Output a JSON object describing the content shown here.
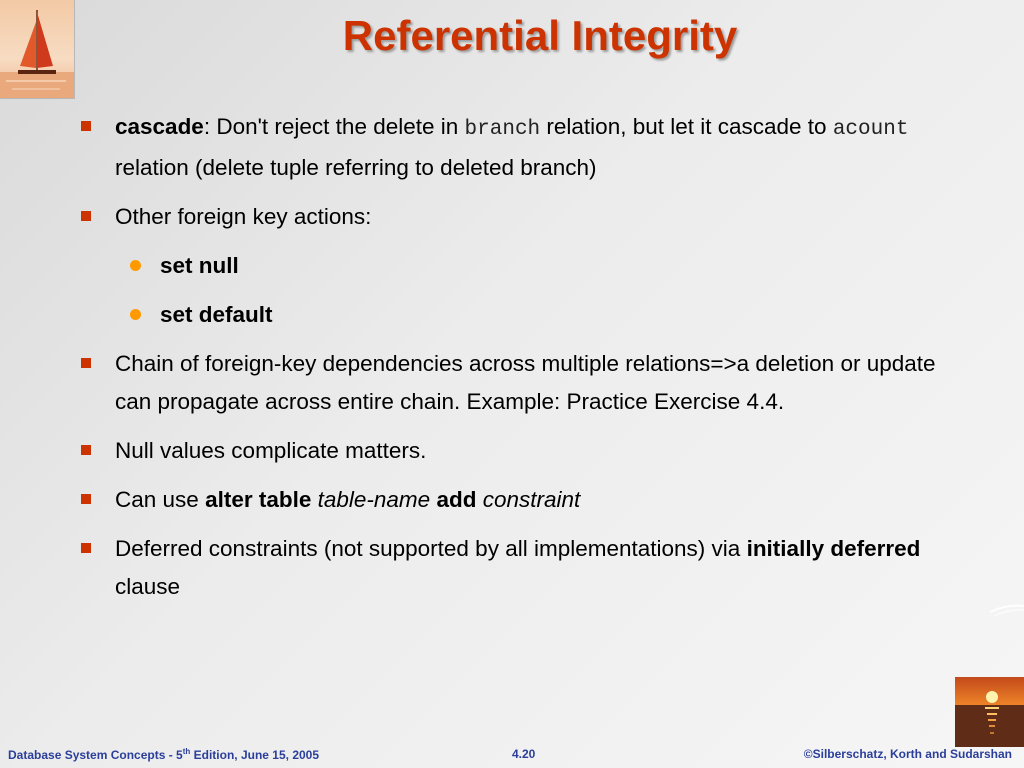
{
  "slide": {
    "title": "Referential Integrity",
    "bullets": {
      "b1_term": "cascade",
      "b1_t1": ":  Don't reject the delete in ",
      "b1_code1": "branch",
      "b1_t2": " relation, but let it cascade to ",
      "b1_code2": "acount",
      "b1_t3": " relation (delete tuple referring to deleted branch)",
      "b2": "Other foreign key actions:",
      "b2_sub1": "set null",
      "b2_sub2": "set default",
      "b3": "Chain of foreign-key dependencies across multiple relations=>a deletion or update can propagate across entire chain.  Example: Practice Exercise 4.4.",
      "b4": "Null values complicate matters.",
      "b5_t1": "Can use ",
      "b5_k1": "alter table",
      "b5_i1": "table-name",
      "b5_k2": "add",
      "b5_i2": "constraint",
      "b6_t1": "Deferred constraints (not supported by all implementations) via ",
      "b6_k1": "initially deferred",
      "b6_t2": " clause"
    }
  },
  "footer": {
    "left_pre": "Database System Concepts - 5",
    "left_sup": "th",
    "left_post": " Edition,  June  15, 2005",
    "page": "4.20",
    "copyright": "©Silberschatz, Korth and Sudarshan"
  },
  "colors": {
    "title": "#cc3300",
    "square_bullet": "#cc3300",
    "round_bullet": "#ff9900",
    "footer_text": "#2a3e9a"
  },
  "icons": [
    "sailboat-picture",
    "sunset-picture"
  ]
}
